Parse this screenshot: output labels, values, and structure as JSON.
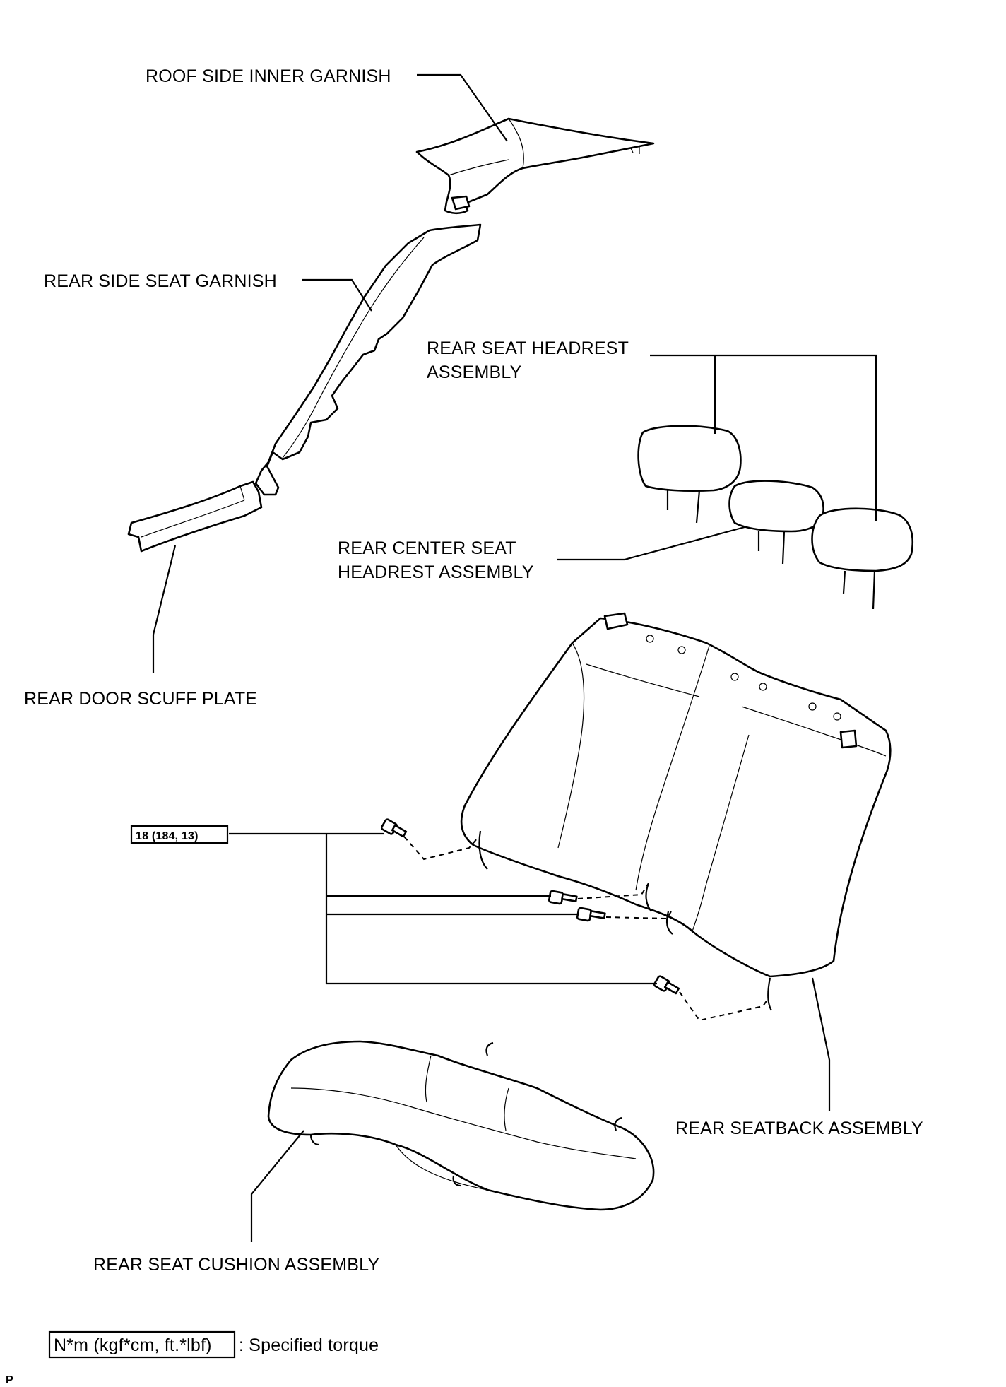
{
  "labels": {
    "roof_side_inner_garnish": "ROOF SIDE INNER GARNISH",
    "rear_side_seat_garnish": "REAR SIDE SEAT GARNISH",
    "rear_seat_headrest_line1": "REAR SEAT HEADREST",
    "rear_seat_headrest_line2": "ASSEMBLY",
    "rear_center_headrest_line1": "REAR CENTER SEAT",
    "rear_center_headrest_line2": "HEADREST ASSEMBLY",
    "rear_door_scuff_plate": "REAR DOOR SCUFF PLATE",
    "torque_value": "18 (184, 13)",
    "rear_seatback_assembly": "REAR SEATBACK ASSEMBLY",
    "rear_seat_cushion_assembly": "REAR SEAT CUSHION ASSEMBLY"
  },
  "legend": {
    "unit_box": "N*m (kgf*cm, ft.*lbf)",
    "description": ": Specified torque"
  },
  "corner_mark": "P"
}
